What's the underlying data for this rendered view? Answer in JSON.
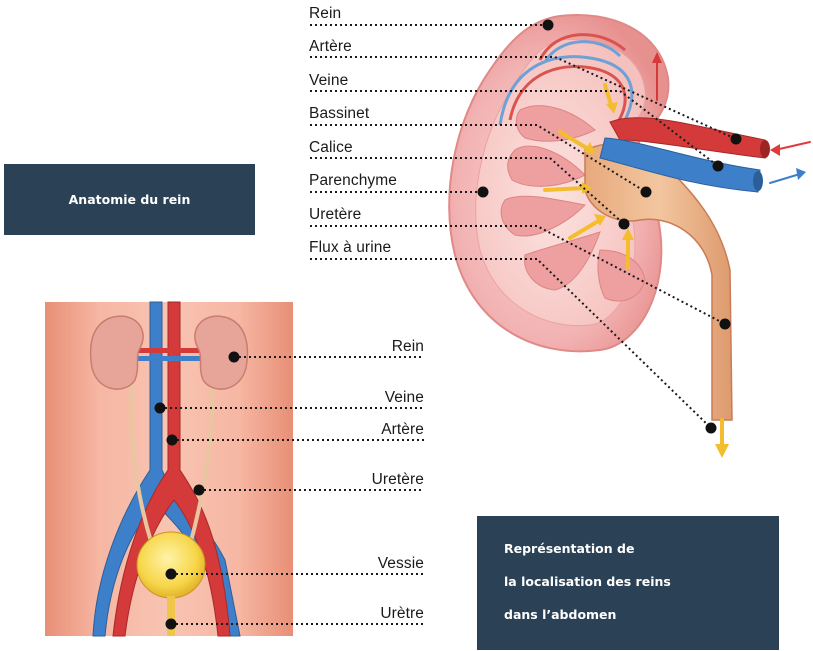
{
  "kidney_labels": {
    "rein": "Rein",
    "artere": "Artère",
    "veine": "Veine",
    "bassinet": "Bassinet",
    "calice": "Calice",
    "parenchyme": "Parenchyme",
    "uretere": "Uretère",
    "flux": "Flux à urine"
  },
  "body_labels": {
    "rein": "Rein",
    "veine": "Veine",
    "artere": "Artère",
    "uretere": "Uretère",
    "vessie": "Vessie",
    "uretre": "Urètre"
  },
  "boxes": {
    "anatomy": "Anatomie du rein",
    "repr_line1": "Représentation de",
    "repr_line2": "la localisation des reins",
    "repr_line3": "dans l’abdomen"
  },
  "colors": {
    "box_bg": "#2b4155",
    "artery": "#d43a3a",
    "vein": "#3d7fc9",
    "skin": "#f0a893",
    "kidney": "#f2b8b6",
    "urine": "#f4c542"
  }
}
